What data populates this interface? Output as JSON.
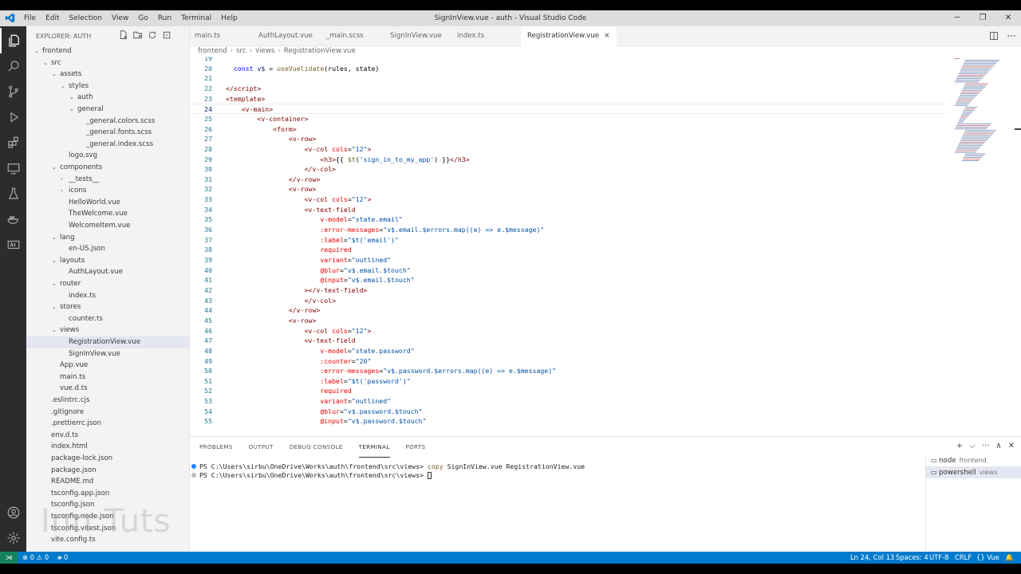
{
  "window": {
    "title": "SignInView.vue - auth - Visual Studio Code",
    "menu": [
      "File",
      "Edit",
      "Selection",
      "View",
      "Go",
      "Run",
      "Terminal",
      "Help"
    ]
  },
  "sidebar": {
    "header": "EXPLORER: AUTH",
    "tree": [
      {
        "label": "frontend",
        "depth": 0,
        "chev": "v",
        "kind": "folder"
      },
      {
        "label": "src",
        "depth": 1,
        "chev": "v",
        "kind": "folder"
      },
      {
        "label": "assets",
        "depth": 2,
        "chev": "v",
        "kind": "folder"
      },
      {
        "label": "styles",
        "depth": 3,
        "chev": "v",
        "kind": "folder"
      },
      {
        "label": "auth",
        "depth": 4,
        "chev": "v",
        "kind": "folder"
      },
      {
        "label": "general",
        "depth": 4,
        "chev": "v",
        "kind": "folder"
      },
      {
        "label": "_general.colors.scss",
        "depth": 5,
        "chev": "",
        "kind": "file"
      },
      {
        "label": "_general.fonts.scss",
        "depth": 5,
        "chev": "",
        "kind": "file"
      },
      {
        "label": "_general.index.scss",
        "depth": 5,
        "chev": "",
        "kind": "file"
      },
      {
        "label": "logo.svg",
        "depth": 3,
        "chev": "",
        "kind": "file"
      },
      {
        "label": "components",
        "depth": 2,
        "chev": "v",
        "kind": "folder"
      },
      {
        "label": "__tests__",
        "depth": 3,
        "chev": ">",
        "kind": "folder"
      },
      {
        "label": "icons",
        "depth": 3,
        "chev": ">",
        "kind": "folder"
      },
      {
        "label": "HelloWorld.vue",
        "depth": 3,
        "chev": "",
        "kind": "file"
      },
      {
        "label": "TheWelcome.vue",
        "depth": 3,
        "chev": "",
        "kind": "file"
      },
      {
        "label": "WelcomeItem.vue",
        "depth": 3,
        "chev": "",
        "kind": "file"
      },
      {
        "label": "lang",
        "depth": 2,
        "chev": "v",
        "kind": "folder"
      },
      {
        "label": "en-US.json",
        "depth": 3,
        "chev": "",
        "kind": "file"
      },
      {
        "label": "layouts",
        "depth": 2,
        "chev": "v",
        "kind": "folder"
      },
      {
        "label": "AuthLayout.vue",
        "depth": 3,
        "chev": "",
        "kind": "file"
      },
      {
        "label": "router",
        "depth": 2,
        "chev": "v",
        "kind": "folder"
      },
      {
        "label": "index.ts",
        "depth": 3,
        "chev": "",
        "kind": "file"
      },
      {
        "label": "stores",
        "depth": 2,
        "chev": "v",
        "kind": "folder"
      },
      {
        "label": "counter.ts",
        "depth": 3,
        "chev": "",
        "kind": "file"
      },
      {
        "label": "views",
        "depth": 2,
        "chev": "v",
        "kind": "folder"
      },
      {
        "label": "RegistrationView.vue",
        "depth": 3,
        "chev": "",
        "kind": "file",
        "selected": true
      },
      {
        "label": "SignInView.vue",
        "depth": 3,
        "chev": "",
        "kind": "file"
      },
      {
        "label": "App.vue",
        "depth": 2,
        "chev": "",
        "kind": "file"
      },
      {
        "label": "main.ts",
        "depth": 2,
        "chev": "",
        "kind": "file"
      },
      {
        "label": "vue.d.ts",
        "depth": 2,
        "chev": "",
        "kind": "file"
      },
      {
        "label": ".eslintrc.cjs",
        "depth": 1,
        "chev": "",
        "kind": "file"
      },
      {
        "label": ".gitignore",
        "depth": 1,
        "chev": "",
        "kind": "file"
      },
      {
        "label": ".prettierrc.json",
        "depth": 1,
        "chev": "",
        "kind": "file"
      },
      {
        "label": "env.d.ts",
        "depth": 1,
        "chev": "",
        "kind": "file"
      },
      {
        "label": "index.html",
        "depth": 1,
        "chev": "",
        "kind": "file"
      },
      {
        "label": "package-lock.json",
        "depth": 1,
        "chev": "",
        "kind": "file"
      },
      {
        "label": "package.json",
        "depth": 1,
        "chev": "",
        "kind": "file"
      },
      {
        "label": "README.md",
        "depth": 1,
        "chev": "",
        "kind": "file"
      },
      {
        "label": "tsconfig.app.json",
        "depth": 1,
        "chev": "",
        "kind": "file"
      },
      {
        "label": "tsconfig.json",
        "depth": 1,
        "chev": "",
        "kind": "file"
      },
      {
        "label": "tsconfig.node.json",
        "depth": 1,
        "chev": "",
        "kind": "file"
      },
      {
        "label": "tsconfig.vitest.json",
        "depth": 1,
        "chev": "",
        "kind": "file"
      },
      {
        "label": "vite.config.ts",
        "depth": 1,
        "chev": "",
        "kind": "file"
      }
    ],
    "watermark": "Inn  Tuts"
  },
  "tabs": [
    {
      "label": "main.ts",
      "color": "#666666"
    },
    {
      "label": "AuthLayout.vue",
      "color": "#666666"
    },
    {
      "label": "_main.scss",
      "color": "#666666"
    },
    {
      "label": "SignInView.vue",
      "color": "#666666"
    },
    {
      "label": "index.ts",
      "color": "#666666"
    },
    {
      "label": "RegistrationView.vue",
      "color": "#333333",
      "active": true,
      "close": "×"
    }
  ],
  "breadcrumb": [
    "frontend",
    "src",
    "views",
    "RegistrationView.vue"
  ],
  "editor": {
    "current_line": "24",
    "lines": [
      {
        "n": "19",
        "t": []
      },
      {
        "n": "20",
        "t": [
          [
            "  ",
            ""
          ],
          [
            "const ",
            "t-kw"
          ],
          [
            "v$ ",
            "t-var"
          ],
          [
            "= ",
            ""
          ],
          [
            "useVuelidate",
            "t-fn"
          ],
          [
            "(rules, state)",
            ""
          ]
        ]
      },
      {
        "n": "21",
        "t": []
      },
      {
        "n": "22",
        "t": [
          [
            "</",
            "t-tag"
          ],
          [
            "script",
            "t-tag"
          ],
          [
            ">",
            "t-tag"
          ]
        ]
      },
      {
        "n": "23",
        "t": [
          [
            "<",
            "t-tag"
          ],
          [
            "template",
            "t-tag"
          ],
          [
            ">",
            "t-tag"
          ]
        ]
      },
      {
        "n": "24",
        "t": [
          [
            "    <",
            "t-tag"
          ],
          [
            "v-main",
            "t-tag"
          ],
          [
            ">",
            "t-tag"
          ]
        ]
      },
      {
        "n": "25",
        "t": [
          [
            "        <",
            "t-tag"
          ],
          [
            "v-container",
            "t-tag"
          ],
          [
            ">",
            "t-tag"
          ]
        ]
      },
      {
        "n": "26",
        "t": [
          [
            "            <",
            "t-tag"
          ],
          [
            "form",
            "t-tag"
          ],
          [
            ">",
            "t-tag"
          ]
        ]
      },
      {
        "n": "27",
        "t": [
          [
            "                <",
            "t-tag"
          ],
          [
            "v-row",
            "t-tag"
          ],
          [
            ">",
            "t-tag"
          ]
        ]
      },
      {
        "n": "28",
        "t": [
          [
            "                    <",
            "t-tag"
          ],
          [
            "v-col ",
            "t-tag"
          ],
          [
            "cols",
            "t-attr"
          ],
          [
            "=",
            ""
          ],
          [
            "\"12\"",
            "t-str"
          ],
          [
            ">",
            "t-tag"
          ]
        ]
      },
      {
        "n": "29",
        "t": [
          [
            "                        <",
            "t-tag"
          ],
          [
            "h3",
            "t-tag"
          ],
          [
            ">",
            "t-tag"
          ],
          [
            "{{ ",
            ""
          ],
          [
            "$t",
            "t-fn"
          ],
          [
            "(",
            ""
          ],
          [
            "'sign_in_to_my_app'",
            "t-str"
          ],
          [
            ") }}",
            ""
          ],
          [
            "</",
            "t-tag"
          ],
          [
            "h3",
            "t-tag"
          ],
          [
            ">",
            "t-tag"
          ]
        ]
      },
      {
        "n": "30",
        "t": [
          [
            "                    </",
            "t-tag"
          ],
          [
            "v-col",
            "t-tag"
          ],
          [
            ">",
            "t-tag"
          ]
        ]
      },
      {
        "n": "31",
        "t": [
          [
            "                </",
            "t-tag"
          ],
          [
            "v-row",
            "t-tag"
          ],
          [
            ">",
            "t-tag"
          ]
        ]
      },
      {
        "n": "32",
        "t": [
          [
            "                <",
            "t-tag"
          ],
          [
            "v-row",
            "t-tag"
          ],
          [
            ">",
            "t-tag"
          ]
        ]
      },
      {
        "n": "33",
        "t": [
          [
            "                    <",
            "t-tag"
          ],
          [
            "v-col ",
            "t-tag"
          ],
          [
            "cols",
            "t-attr"
          ],
          [
            "=",
            ""
          ],
          [
            "\"12\"",
            "t-str"
          ],
          [
            ">",
            "t-tag"
          ]
        ]
      },
      {
        "n": "34",
        "t": [
          [
            "                    <",
            "t-tag"
          ],
          [
            "v-text-field",
            "t-tag"
          ]
        ]
      },
      {
        "n": "35",
        "t": [
          [
            "                        ",
            ""
          ],
          [
            "v-model",
            "t-attr"
          ],
          [
            "=",
            ""
          ],
          [
            "\"state.email\"",
            "t-str"
          ]
        ]
      },
      {
        "n": "36",
        "t": [
          [
            "                        ",
            ""
          ],
          [
            ":error-messages",
            "t-attr"
          ],
          [
            "=",
            ""
          ],
          [
            "\"v$.email.$errors.map((e) => e.$message)\"",
            "t-str"
          ]
        ]
      },
      {
        "n": "37",
        "t": [
          [
            "                        ",
            ""
          ],
          [
            ":label",
            "t-attr"
          ],
          [
            "=",
            ""
          ],
          [
            "\"$t('email')\"",
            "t-str"
          ]
        ]
      },
      {
        "n": "38",
        "t": [
          [
            "                        ",
            ""
          ],
          [
            "required",
            "t-attr"
          ]
        ]
      },
      {
        "n": "39",
        "t": [
          [
            "                        ",
            ""
          ],
          [
            "variant",
            "t-attr"
          ],
          [
            "=",
            ""
          ],
          [
            "\"outlined\"",
            "t-str"
          ]
        ]
      },
      {
        "n": "40",
        "t": [
          [
            "                        ",
            ""
          ],
          [
            "@blur",
            "t-attr"
          ],
          [
            "=",
            ""
          ],
          [
            "\"v$.email.$touch\"",
            "t-str"
          ]
        ]
      },
      {
        "n": "41",
        "t": [
          [
            "                        ",
            ""
          ],
          [
            "@input",
            "t-attr"
          ],
          [
            "=",
            ""
          ],
          [
            "\"v$.email.$touch\"",
            "t-str"
          ]
        ]
      },
      {
        "n": "42",
        "t": [
          [
            "                    ></",
            "t-tag"
          ],
          [
            "v-text-field",
            "t-tag"
          ],
          [
            ">",
            "t-tag"
          ]
        ]
      },
      {
        "n": "43",
        "t": [
          [
            "                    </",
            "t-tag"
          ],
          [
            "v-col",
            "t-tag"
          ],
          [
            ">",
            "t-tag"
          ]
        ]
      },
      {
        "n": "44",
        "t": [
          [
            "                </",
            "t-tag"
          ],
          [
            "v-row",
            "t-tag"
          ],
          [
            ">",
            "t-tag"
          ]
        ]
      },
      {
        "n": "45",
        "t": [
          [
            "                <",
            "t-tag"
          ],
          [
            "v-row",
            "t-tag"
          ],
          [
            ">",
            "t-tag"
          ]
        ]
      },
      {
        "n": "46",
        "t": [
          [
            "                    <",
            "t-tag"
          ],
          [
            "v-col ",
            "t-tag"
          ],
          [
            "cols",
            "t-attr"
          ],
          [
            "=",
            ""
          ],
          [
            "\"12\"",
            "t-str"
          ],
          [
            ">",
            "t-tag"
          ]
        ]
      },
      {
        "n": "47",
        "t": [
          [
            "                    <",
            "t-tag"
          ],
          [
            "v-text-field",
            "t-tag"
          ]
        ]
      },
      {
        "n": "48",
        "t": [
          [
            "                        ",
            ""
          ],
          [
            "v-model",
            "t-attr"
          ],
          [
            "=",
            ""
          ],
          [
            "\"state.password\"",
            "t-str"
          ]
        ]
      },
      {
        "n": "49",
        "t": [
          [
            "                        ",
            ""
          ],
          [
            ":counter",
            "t-attr"
          ],
          [
            "=",
            ""
          ],
          [
            "\"20\"",
            "t-str"
          ]
        ]
      },
      {
        "n": "50",
        "t": [
          [
            "                        ",
            ""
          ],
          [
            ":error-messages",
            "t-attr"
          ],
          [
            "=",
            ""
          ],
          [
            "\"v$.password.$errors.map((e) => e.$message)\"",
            "t-str"
          ]
        ]
      },
      {
        "n": "51",
        "t": [
          [
            "                        ",
            ""
          ],
          [
            ":label",
            "t-attr"
          ],
          [
            "=",
            ""
          ],
          [
            "\"$t('password')\"",
            "t-str"
          ]
        ]
      },
      {
        "n": "52",
        "t": [
          [
            "                        ",
            ""
          ],
          [
            "required",
            "t-attr"
          ]
        ]
      },
      {
        "n": "53",
        "t": [
          [
            "                        ",
            ""
          ],
          [
            "variant",
            "t-attr"
          ],
          [
            "=",
            ""
          ],
          [
            "\"outlined\"",
            "t-str"
          ]
        ]
      },
      {
        "n": "54",
        "t": [
          [
            "                        ",
            ""
          ],
          [
            "@blur",
            "t-attr"
          ],
          [
            "=",
            ""
          ],
          [
            "\"v$.password.$touch\"",
            "t-str"
          ]
        ]
      },
      {
        "n": "55",
        "t": [
          [
            "                        ",
            ""
          ],
          [
            "@input",
            "t-attr"
          ],
          [
            "=",
            ""
          ],
          [
            "\"v$.password.$touch\"",
            "t-str"
          ]
        ]
      }
    ]
  },
  "panel": {
    "tabs": [
      "PROBLEMS",
      "OUTPUT",
      "DEBUG CONSOLE",
      "TERMINAL",
      "PORTS"
    ],
    "active_tab": "TERMINAL",
    "actions": [
      "+",
      "⌵",
      "···",
      "∧",
      "✕"
    ],
    "terminal_lines": [
      {
        "prompt": "PS C:\\Users\\sirbu\\OneDrive\\Works\\auth\\frontend\\src\\views> ",
        "cmd": "copy ",
        "args": "SignInView.vue RegistrationView.vue",
        "dot": "#1a85ff"
      },
      {
        "prompt": "PS C:\\Users\\sirbu\\OneDrive\\Works\\auth\\frontend\\src\\views> ",
        "cmd": "",
        "args": "",
        "dot": "#bbbbbb",
        "cursor": true
      }
    ],
    "terminals": [
      {
        "name": "node",
        "sub": "frontend"
      },
      {
        "name": "powershell",
        "sub": "views",
        "selected": true
      }
    ]
  },
  "status": {
    "remote": "⋊",
    "errors": "⊗ 0 ⚠ 0",
    "ports": "🕪 0",
    "position": "Ln 24, Col 13",
    "spaces": "Spaces: 4",
    "encoding": "UTF-8",
    "eol": "CRLF",
    "language": "{} Vue",
    "bell": "🔔"
  },
  "colors": {
    "status_bar": "#007acc",
    "activity_bar": "#2c2c2c",
    "accent": "#0078d4"
  }
}
